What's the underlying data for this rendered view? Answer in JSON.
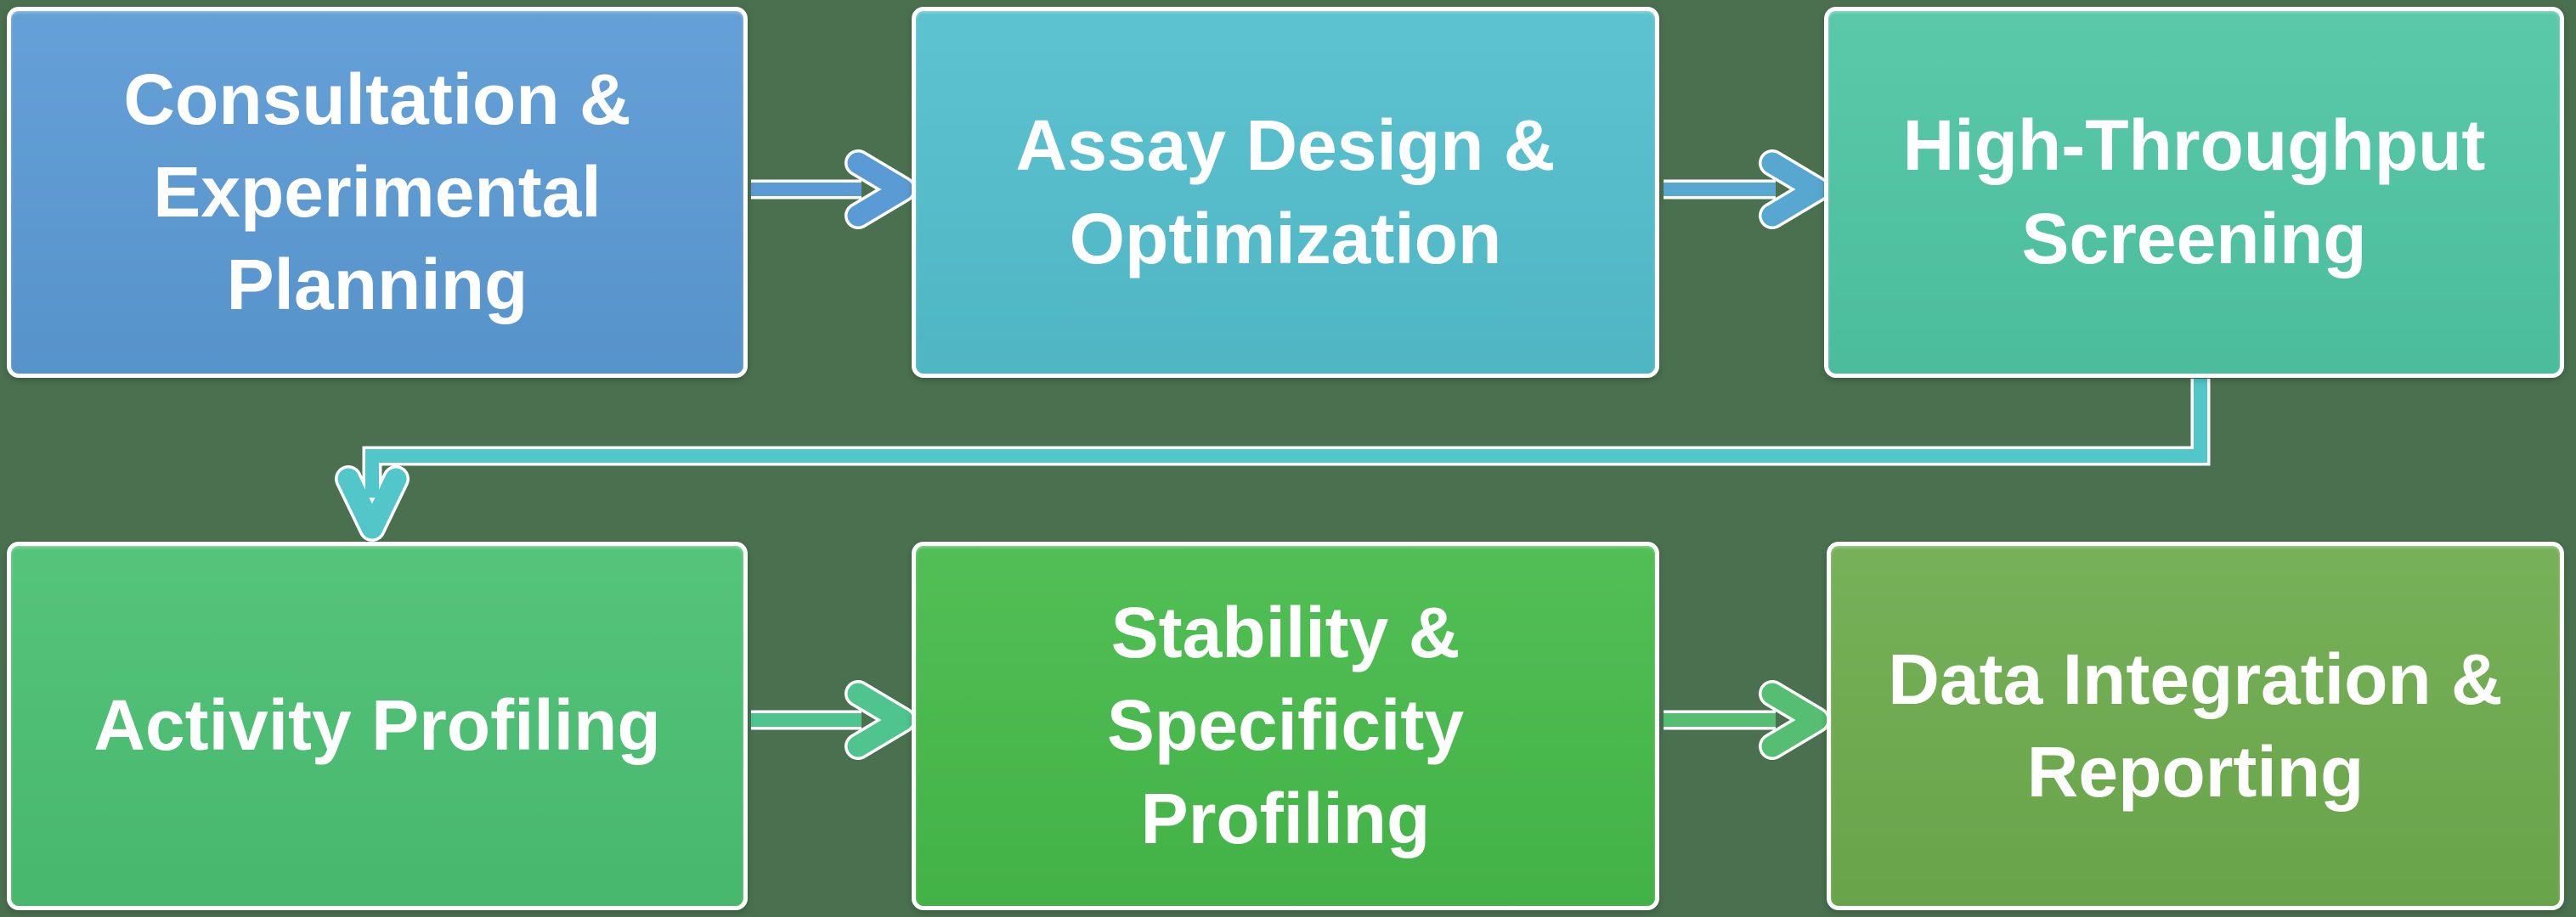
{
  "background_color": "#4A7050",
  "diagram": {
    "type": "flowchart",
    "text_color": "#FFFFFF",
    "boxes": [
      {
        "name": "consultation-planning",
        "label": "Consultation & Experimental Planning",
        "lines": [
          "Consultation &",
          "Experimental",
          "Planning"
        ],
        "color": "#5B9BD5"
      },
      {
        "name": "assay-design-optimization",
        "label": "Assay Design & Optimization",
        "lines": [
          "Assay Design &",
          "Optimization"
        ],
        "color": "#53BFCE"
      },
      {
        "name": "high-throughput-screening",
        "label": "High-Throughput Screening",
        "lines": [
          "High-Throughput",
          "Screening"
        ],
        "color": "#4FC6A4"
      },
      {
        "name": "activity-profiling",
        "label": "Activity Profiling",
        "lines": [
          "Activity Profiling"
        ],
        "color": "#4BC173"
      },
      {
        "name": "stability-specificity-profiling",
        "label": "Stability & Specificity Profiling",
        "lines": [
          "Stability &",
          "Specificity",
          "Profiling"
        ],
        "color": "#46BB4A"
      },
      {
        "name": "data-integration-reporting",
        "label": "Data Integration & Reporting",
        "lines": [
          "Data Integration &",
          "Reporting"
        ],
        "color": "#6EAC4E"
      }
    ],
    "connectors": [
      {
        "name": "connector-consultation-to-assay",
        "from": "Consultation & Experimental Planning",
        "to": "Assay Design & Optimization",
        "style": "straight-right-arrow",
        "color": "#5B9BD5"
      },
      {
        "name": "connector-assay-to-screening",
        "from": "Assay Design & Optimization",
        "to": "High-Throughput Screening",
        "style": "straight-right-arrow",
        "color": "#57A7D0"
      },
      {
        "name": "connector-screening-to-activity",
        "from": "High-Throughput Screening",
        "to": "Activity Profiling",
        "style": "elbow-down-left-down-arrow",
        "color": "#52C6C9"
      },
      {
        "name": "connector-activity-to-stability",
        "from": "Activity Profiling",
        "to": "Stability & Specificity Profiling",
        "style": "straight-right-arrow",
        "color": "#4FC48F"
      },
      {
        "name": "connector-stability-to-data",
        "from": "Stability & Specificity Profiling",
        "to": "Data Integration & Reporting",
        "style": "straight-right-arrow",
        "color": "#55BE72"
      }
    ]
  }
}
